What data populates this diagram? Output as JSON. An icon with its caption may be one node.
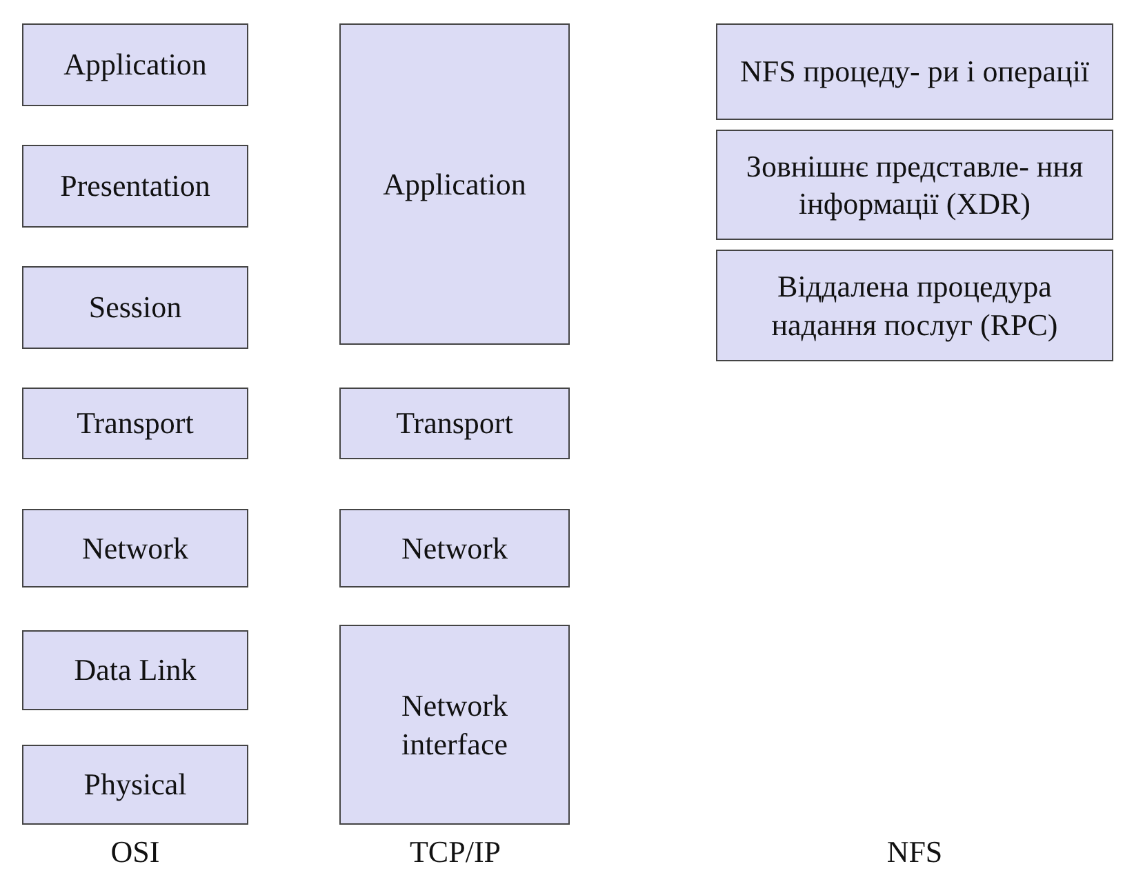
{
  "diagram": {
    "nodes": [
      {
        "text": [
          "Application"
        ]
      },
      {
        "text": [
          "Presentation"
        ]
      },
      {
        "text": [
          "Session"
        ]
      },
      {
        "text": [
          "Transport"
        ]
      },
      {
        "text": [
          "Network"
        ]
      },
      {
        "text": [
          "Data Link"
        ]
      },
      {
        "text": [
          "Physical"
        ]
      },
      {
        "text": [
          "Application"
        ]
      },
      {
        "text": [
          "Transport"
        ]
      },
      {
        "text": [
          "Network"
        ]
      },
      {
        "text": [
          "Network interface"
        ]
      },
      {
        "text": [
          "NFS процеду- ри і операції"
        ]
      },
      {
        "text": [
          "Зовнішнє представле- ння інформації (XDR)"
        ]
      },
      {
        "text": [
          "Віддалена процедура надання послуг (RPC)"
        ]
      }
    ],
    "labels": [
      "OSI",
      "TCP/IP",
      "NFS"
    ]
  }
}
